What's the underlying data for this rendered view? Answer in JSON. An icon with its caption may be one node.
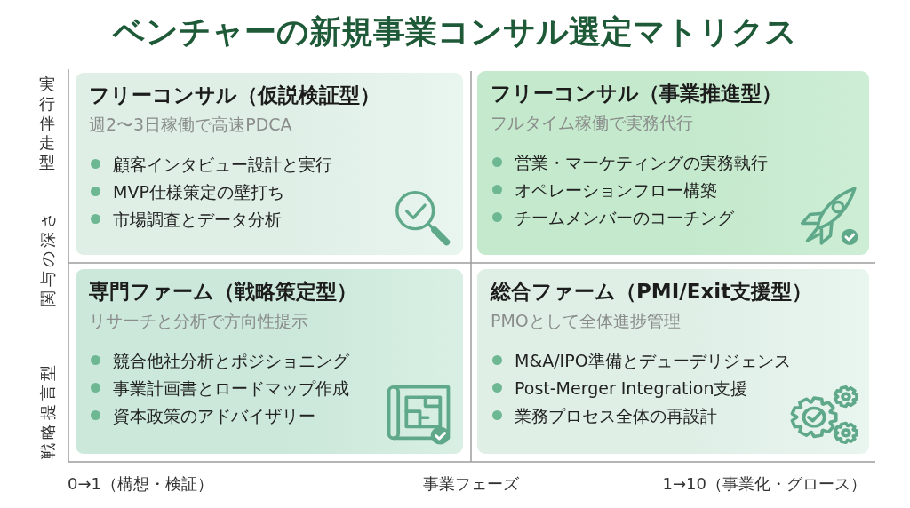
{
  "diagram": {
    "title": "ベンチャーの新規事業コンサル選定マトリクス",
    "nodes": [
      {
        "text": [
          "フリーコンサル（仮説検証型）",
          "週2〜3日稼働で高速PDCA",
          "顧客インタビュー設計と実行",
          "MVP仕様策定の壁打ち",
          "市場調査とデータ分析"
        ]
      },
      {
        "text": [
          "フリーコンサル（事業推進型）",
          "フルタイム稼働で実務代行",
          "営業・マーケティングの実務執行",
          "オペレーションフロー構築",
          "チームメンバーのコーチング"
        ]
      },
      {
        "text": [
          "専門ファーム（戦略策定型）",
          "リサーチと分析で方向性提示",
          "競合他社分析とポジショニング",
          "事業計画書とロードマップ作成",
          "資本政策のアドバイザリー"
        ]
      },
      {
        "text": [
          "総合ファーム（PMI/Exit支援型）",
          "PMOとして全体進捗管理",
          "M&A/IPO準備とデューデリジェンス",
          "Post-Merger Integration支援",
          "業務プロセス全体の再設計"
        ]
      }
    ],
    "labels": [
      "実行伴走型",
      "関与の深さ",
      "戦略提言型",
      "0→1（構想・検証）",
      "事業フェーズ",
      "1→10（事業化・グロース）"
    ]
  }
}
